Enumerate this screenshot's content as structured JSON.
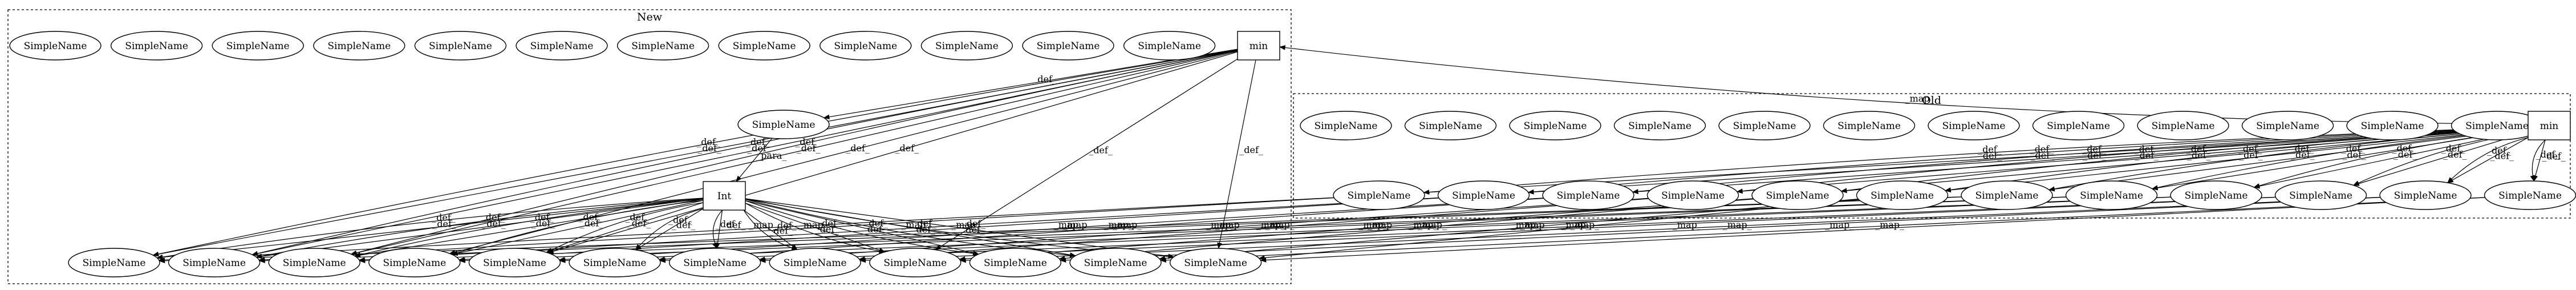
{
  "clusters": [
    {
      "id": "new",
      "label": "New"
    },
    {
      "id": "old",
      "label": "Old"
    }
  ],
  "nodes": [
    {
      "id": "n1",
      "label": "SimpleName",
      "shape": "ellipse",
      "cluster": "new"
    },
    {
      "id": "n2",
      "label": "SimpleName",
      "shape": "ellipse",
      "cluster": "new"
    },
    {
      "id": "n3",
      "label": "SimpleName",
      "shape": "ellipse",
      "cluster": "new"
    },
    {
      "id": "n4",
      "label": "SimpleName",
      "shape": "ellipse",
      "cluster": "new"
    },
    {
      "id": "n5",
      "label": "SimpleName",
      "shape": "ellipse",
      "cluster": "new"
    },
    {
      "id": "n6",
      "label": "SimpleName",
      "shape": "ellipse",
      "cluster": "new"
    },
    {
      "id": "n7",
      "label": "SimpleName",
      "shape": "ellipse",
      "cluster": "new"
    },
    {
      "id": "n8",
      "label": "SimpleName",
      "shape": "ellipse",
      "cluster": "new"
    },
    {
      "id": "n9",
      "label": "SimpleName",
      "shape": "ellipse",
      "cluster": "new"
    },
    {
      "id": "n10",
      "label": "SimpleName",
      "shape": "ellipse",
      "cluster": "new"
    },
    {
      "id": "n11",
      "label": "SimpleName",
      "shape": "ellipse",
      "cluster": "new"
    },
    {
      "id": "n12",
      "label": "SimpleName",
      "shape": "ellipse",
      "cluster": "new"
    },
    {
      "id": "minNew",
      "label": "min",
      "shape": "box",
      "cluster": "new"
    },
    {
      "id": "paraSN",
      "label": "SimpleName",
      "shape": "ellipse",
      "cluster": "new"
    },
    {
      "id": "int",
      "label": "Int",
      "shape": "box",
      "cluster": "new"
    },
    {
      "id": "b1",
      "label": "SimpleName",
      "shape": "ellipse",
      "cluster": "new"
    },
    {
      "id": "b2",
      "label": "SimpleName",
      "shape": "ellipse",
      "cluster": "new"
    },
    {
      "id": "b3",
      "label": "SimpleName",
      "shape": "ellipse",
      "cluster": "new"
    },
    {
      "id": "b4",
      "label": "SimpleName",
      "shape": "ellipse",
      "cluster": "new"
    },
    {
      "id": "b5",
      "label": "SimpleName",
      "shape": "ellipse",
      "cluster": "new"
    },
    {
      "id": "b6",
      "label": "SimpleName",
      "shape": "ellipse",
      "cluster": "new"
    },
    {
      "id": "b7",
      "label": "SimpleName",
      "shape": "ellipse",
      "cluster": "new"
    },
    {
      "id": "b8",
      "label": "SimpleName",
      "shape": "ellipse",
      "cluster": "new"
    },
    {
      "id": "b9",
      "label": "SimpleName",
      "shape": "ellipse",
      "cluster": "new"
    },
    {
      "id": "b10",
      "label": "SimpleName",
      "shape": "ellipse",
      "cluster": "new"
    },
    {
      "id": "b11",
      "label": "SimpleName",
      "shape": "ellipse",
      "cluster": "new"
    },
    {
      "id": "b12",
      "label": "SimpleName",
      "shape": "ellipse",
      "cluster": "new"
    },
    {
      "id": "o1",
      "label": "SimpleName",
      "shape": "ellipse",
      "cluster": "old"
    },
    {
      "id": "o2",
      "label": "SimpleName",
      "shape": "ellipse",
      "cluster": "old"
    },
    {
      "id": "o3",
      "label": "SimpleName",
      "shape": "ellipse",
      "cluster": "old"
    },
    {
      "id": "o4",
      "label": "SimpleName",
      "shape": "ellipse",
      "cluster": "old"
    },
    {
      "id": "o5",
      "label": "SimpleName",
      "shape": "ellipse",
      "cluster": "old"
    },
    {
      "id": "o6",
      "label": "SimpleName",
      "shape": "ellipse",
      "cluster": "old"
    },
    {
      "id": "o7",
      "label": "SimpleName",
      "shape": "ellipse",
      "cluster": "old"
    },
    {
      "id": "o8",
      "label": "SimpleName",
      "shape": "ellipse",
      "cluster": "old"
    },
    {
      "id": "o9",
      "label": "SimpleName",
      "shape": "ellipse",
      "cluster": "old"
    },
    {
      "id": "o10",
      "label": "SimpleName",
      "shape": "ellipse",
      "cluster": "old"
    },
    {
      "id": "o11",
      "label": "SimpleName",
      "shape": "ellipse",
      "cluster": "old"
    },
    {
      "id": "o12",
      "label": "SimpleName",
      "shape": "ellipse",
      "cluster": "old"
    },
    {
      "id": "minOld",
      "label": "min",
      "shape": "box",
      "cluster": "old"
    },
    {
      "id": "m1",
      "label": "SimpleName",
      "shape": "ellipse",
      "cluster": "old"
    },
    {
      "id": "m2",
      "label": "SimpleName",
      "shape": "ellipse",
      "cluster": "old"
    },
    {
      "id": "m3",
      "label": "SimpleName",
      "shape": "ellipse",
      "cluster": "old"
    },
    {
      "id": "m4",
      "label": "SimpleName",
      "shape": "ellipse",
      "cluster": "old"
    },
    {
      "id": "m5",
      "label": "SimpleName",
      "shape": "ellipse",
      "cluster": "old"
    },
    {
      "id": "m6",
      "label": "SimpleName",
      "shape": "ellipse",
      "cluster": "old"
    },
    {
      "id": "m7",
      "label": "SimpleName",
      "shape": "ellipse",
      "cluster": "old"
    },
    {
      "id": "m8",
      "label": "SimpleName",
      "shape": "ellipse",
      "cluster": "old"
    },
    {
      "id": "m9",
      "label": "SimpleName",
      "shape": "ellipse",
      "cluster": "old"
    },
    {
      "id": "m10",
      "label": "SimpleName",
      "shape": "ellipse",
      "cluster": "old"
    },
    {
      "id": "m11",
      "label": "SimpleName",
      "shape": "ellipse",
      "cluster": "old"
    },
    {
      "id": "m12",
      "label": "SimpleName",
      "shape": "ellipse",
      "cluster": "old"
    }
  ],
  "edges": [
    {
      "from": "minOld",
      "to": "minNew",
      "label": "_map_"
    },
    {
      "from": "minNew",
      "to": "paraSN",
      "label": "_def_"
    },
    {
      "from": "paraSN",
      "to": "int",
      "label": "_para_"
    },
    {
      "from": "minNew",
      "to": "b1",
      "label": "_def_"
    },
    {
      "from": "minNew",
      "to": "b1",
      "label": "_def_"
    },
    {
      "from": "minNew",
      "to": "b2",
      "label": "_def_"
    },
    {
      "from": "minNew",
      "to": "b2",
      "label": "_def_"
    },
    {
      "from": "minNew",
      "to": "b3",
      "label": "_def_"
    },
    {
      "from": "minNew",
      "to": "b3",
      "label": "_def_"
    },
    {
      "from": "minNew",
      "to": "b4",
      "label": "_def_"
    },
    {
      "from": "minNew",
      "to": "b5",
      "label": "_def_"
    },
    {
      "from": "minNew",
      "to": "b9",
      "label": "_def_"
    },
    {
      "from": "minNew",
      "to": "b12",
      "label": "_def_"
    },
    {
      "from": "int",
      "to": "b1",
      "label": "_def_"
    },
    {
      "from": "int",
      "to": "b1",
      "label": "_def_"
    },
    {
      "from": "int",
      "to": "b2",
      "label": "_def_"
    },
    {
      "from": "int",
      "to": "b2",
      "label": "_def_"
    },
    {
      "from": "int",
      "to": "b3",
      "label": "_def_"
    },
    {
      "from": "int",
      "to": "b3",
      "label": "_def_"
    },
    {
      "from": "int",
      "to": "b4",
      "label": "_def_"
    },
    {
      "from": "int",
      "to": "b4",
      "label": "_def_"
    },
    {
      "from": "int",
      "to": "b5",
      "label": "_def_"
    },
    {
      "from": "int",
      "to": "b5",
      "label": "_def_"
    },
    {
      "from": "int",
      "to": "b6",
      "label": "_def_"
    },
    {
      "from": "int",
      "to": "b6",
      "label": "_def_"
    },
    {
      "from": "int",
      "to": "b7",
      "label": "_def_"
    },
    {
      "from": "int",
      "to": "b7",
      "label": "_def_"
    },
    {
      "from": "int",
      "to": "b8",
      "label": "_def_"
    },
    {
      "from": "int",
      "to": "b8",
      "label": "_def_"
    },
    {
      "from": "int",
      "to": "b9",
      "label": "_def_"
    },
    {
      "from": "int",
      "to": "b9",
      "label": "_def_"
    },
    {
      "from": "int",
      "to": "b10",
      "label": "_def_"
    },
    {
      "from": "int",
      "to": "b10",
      "label": "_def_"
    },
    {
      "from": "int",
      "to": "b11",
      "label": "_def_"
    },
    {
      "from": "int",
      "to": "b11",
      "label": "_def_"
    },
    {
      "from": "int",
      "to": "b12",
      "label": "_def_"
    },
    {
      "from": "int",
      "to": "b12",
      "label": "_def_"
    },
    {
      "from": "minOld",
      "to": "m1",
      "label": "_def_"
    },
    {
      "from": "minOld",
      "to": "m1",
      "label": "_def_"
    },
    {
      "from": "minOld",
      "to": "m2",
      "label": "_def_"
    },
    {
      "from": "minOld",
      "to": "m2",
      "label": "_def_"
    },
    {
      "from": "minOld",
      "to": "m3",
      "label": "_def_"
    },
    {
      "from": "minOld",
      "to": "m3",
      "label": "_def_"
    },
    {
      "from": "minOld",
      "to": "m4",
      "label": "_def_"
    },
    {
      "from": "minOld",
      "to": "m4",
      "label": "_def_"
    },
    {
      "from": "minOld",
      "to": "m5",
      "label": "_def_"
    },
    {
      "from": "minOld",
      "to": "m5",
      "label": "_def_"
    },
    {
      "from": "minOld",
      "to": "m6",
      "label": "_def_"
    },
    {
      "from": "minOld",
      "to": "m6",
      "label": "_def_"
    },
    {
      "from": "minOld",
      "to": "m7",
      "label": "_def_"
    },
    {
      "from": "minOld",
      "to": "m7",
      "label": "_def_"
    },
    {
      "from": "minOld",
      "to": "m8",
      "label": "_def_"
    },
    {
      "from": "minOld",
      "to": "m8",
      "label": "_def_"
    },
    {
      "from": "minOld",
      "to": "m9",
      "label": "_def_"
    },
    {
      "from": "minOld",
      "to": "m9",
      "label": "_def_"
    },
    {
      "from": "minOld",
      "to": "m10",
      "label": "_def_"
    },
    {
      "from": "minOld",
      "to": "m10",
      "label": "_def_"
    },
    {
      "from": "minOld",
      "to": "m11",
      "label": "_def_"
    },
    {
      "from": "minOld",
      "to": "m11",
      "label": "_def_"
    },
    {
      "from": "minOld",
      "to": "m12",
      "label": "_def_"
    },
    {
      "from": "minOld",
      "to": "m12",
      "label": "_def_"
    },
    {
      "from": "m1",
      "to": "b1",
      "label": "_map_"
    },
    {
      "from": "m1",
      "to": "b2",
      "label": "_map_"
    },
    {
      "from": "m2",
      "to": "b3",
      "label": "_map_"
    },
    {
      "from": "m2",
      "to": "b4",
      "label": "_map_"
    },
    {
      "from": "m3",
      "to": "b5",
      "label": "_map_"
    },
    {
      "from": "m3",
      "to": "b6",
      "label": "_map_"
    },
    {
      "from": "m4",
      "to": "b7",
      "label": "_map_"
    },
    {
      "from": "m4",
      "to": "b8",
      "label": "_map_"
    },
    {
      "from": "m5",
      "to": "b9",
      "label": "_map_"
    },
    {
      "from": "m5",
      "to": "b10",
      "label": "_map_"
    },
    {
      "from": "m6",
      "to": "b11",
      "label": "_map_"
    },
    {
      "from": "m6",
      "to": "b12",
      "label": "_map_"
    },
    {
      "from": "m7",
      "to": "b1",
      "label": "_map_"
    },
    {
      "from": "m7",
      "to": "b2",
      "label": "_map_"
    },
    {
      "from": "m8",
      "to": "b3",
      "label": "_map_"
    },
    {
      "from": "m8",
      "to": "b4",
      "label": "_map_"
    },
    {
      "from": "m9",
      "to": "b5",
      "label": "_map_"
    },
    {
      "from": "m9",
      "to": "b6",
      "label": "_map_"
    },
    {
      "from": "m10",
      "to": "b7",
      "label": "_map_"
    },
    {
      "from": "m10",
      "to": "b8",
      "label": "_map_"
    },
    {
      "from": "m11",
      "to": "b9",
      "label": "_map_"
    },
    {
      "from": "m11",
      "to": "b10",
      "label": "_map_"
    },
    {
      "from": "m12",
      "to": "b11",
      "label": "_map_"
    },
    {
      "from": "m12",
      "to": "b12",
      "label": "_map_"
    }
  ]
}
